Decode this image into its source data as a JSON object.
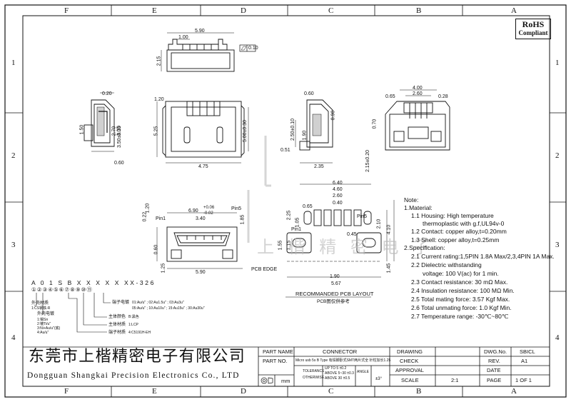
{
  "zones_top": [
    "F",
    "E",
    "D",
    "C",
    "B",
    "A"
  ],
  "zones_bottom": [
    "F",
    "E",
    "D",
    "C",
    "B",
    "A"
  ],
  "zones_side": [
    "1",
    "2",
    "3",
    "4"
  ],
  "rohs": {
    "line1": "RoHS",
    "line2": "Compliant"
  },
  "view_top": {
    "d1": "5.90",
    "d2": "1.00",
    "d3": "2.15",
    "flat": "0.10"
  },
  "view_side_left": {
    "d1": "0.20",
    "d2": "1.50",
    "d3": "2.70",
    "d4": "3.05",
    "d5": "3.50±0.10",
    "d6": "0.60"
  },
  "view_front": {
    "d1": "1.20",
    "d2": "5.25",
    "d3": "5.00±0.30",
    "d4": "4.75"
  },
  "view_side_right": {
    "d1": "0.60",
    "d2": "0.90",
    "d3": "2.50±0.10",
    "d4": "1.90",
    "d5": "0.51",
    "d6": "2.35"
  },
  "view_iso": {
    "d1": "4.00",
    "d2": "2.60",
    "d3": "0.65",
    "d4": "0.28",
    "d5": "0.70"
  },
  "view_bottom": {
    "d1": "6.90",
    "d2": "+0.06",
    "d3": "-0.02",
    "d4": "3.40",
    "pin1": "Pin1",
    "pin5": "Pin5",
    "d5": "0.22",
    "d6": "1.20",
    "d7": "1.85",
    "d8": "0.60",
    "d9": "1.25",
    "d10": "5.90",
    "edge": "PCB EDGE"
  },
  "view_layout": {
    "d1": "2.15±0.20",
    "d2": "6.40",
    "d3": "4.60",
    "d4": "2.60",
    "d5": "0.40",
    "d6": "0.65",
    "d7": "2.25",
    "d8": "1.05",
    "d9": "1.55",
    "d10": "1.15",
    "d11": "0.45",
    "d12": "1.90",
    "d13": "5.67",
    "d14": "2.10",
    "d15": "4.10",
    "d16": "1.45",
    "pin1": "Pin1",
    "pin5": "Pin5",
    "caption": "RECOMMANDED PCB LAYOUT",
    "sub": "PCB图仅供参考"
  },
  "part_code": {
    "code": "A 0 1 S B X X X X X XX-326",
    "nums": [
      "①",
      "②",
      "③",
      "④",
      "⑤",
      "⑥",
      "⑦",
      "⑧",
      "⑨",
      "⑩",
      "⑪"
    ],
    "shell_title": "外壳材质",
    "shell_opts": "1:CS钢铁-R",
    "shell_plating_title": "外壳电镀",
    "shell_plating_opts": [
      "1:锡Sn",
      "2:镀Ti/u''",
      "3:Ni+Au/u''(底)",
      "4:Au/u''"
    ],
    "term_plating": "端子电镀",
    "term_plating_opts": "01:Au/u'' ; 02:Au1.5u'' ; 03:Au3u''",
    "term_plating_opts2": "05:Au/u'' ; 10:Au10u'' ; 15:Au15u'' ; 30:Au30u''",
    "body_material": "主体颜色",
    "body_material_opt": "B:黑色",
    "body_type": "主体材质",
    "body_type_opt": "1:LCP",
    "term_material": "端子材质",
    "term_material_opt": "4:C5191H-EH"
  },
  "notes": {
    "title": "Note:",
    "lines": [
      "1.Material:",
      "1.1 Housing: High temperature",
      "thermoplastic with g.f,UL94v-0",
      "1.2 Contact: copper alloy,t=0.20mm",
      "1.3 Shell: copper alloy,t=0.25mm",
      "2.Specification:",
      "2.1 Current rating:1,5PIN 1.8A Max/2,3,4PIN 1A Max.",
      "2.2 Dielectric withstanding",
      "voltage: 100 V(ac) for 1 min.",
      "2.3 Contact resistance: 30 mΩ Max.",
      "2.4 Insulation resistance: 100 MΩ Min.",
      "2.5 Total mating force: 3.57 Kgf Max.",
      "2.6 Total unmating force: 1.0 Kgf Min.",
      "2.7 Temperature range: -30℃~80℃"
    ]
  },
  "watermark": "上 楷 精 密 电 子",
  "title_block": {
    "company_cn": "东莞市上楷精密电子有限公司",
    "company_en": "Dongguan Shangkai Precision Electronics Co., LTD",
    "part_name_label": "PART NAME",
    "part_name": "CONNECTOR",
    "part_no_label": "PART NO.",
    "part_no": "Micro usb 5s B Type 有焊脚卧式SMT两片式全 针柱加长1.25",
    "unit": "mm",
    "tolerance": "TOLERANCE",
    "otherwise": "OTHERWISE",
    "tol_rows": [
      "UP TO 5   ±0.2",
      "ABOVE 5~30  ±0.3",
      "ABOVE 30  ±0.5"
    ],
    "angle": "ANGLE",
    "angle_val": "±3°",
    "drawing": "DRAWING",
    "check": "CHECK",
    "approval": "APPROVAL",
    "scale": "SCALE",
    "scale_val": "2:1",
    "dwg_no_label": "DWG.No.",
    "dwg_no": "SBICL",
    "rev_label": "REV.",
    "rev": "A1",
    "date_label": "DATE",
    "page_label": "PAGE",
    "page": "1 OF 1"
  }
}
